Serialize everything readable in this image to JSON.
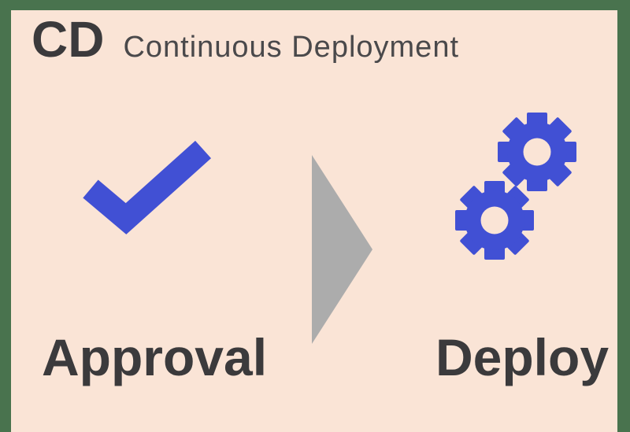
{
  "header": {
    "abbr": "CD",
    "subtitle": "Continuous Deployment"
  },
  "flow": {
    "steps": [
      {
        "id": "approval",
        "label": "Approval",
        "icon": "check-icon"
      },
      {
        "id": "deploy",
        "label": "Deploy",
        "icon": "gears-icon"
      }
    ],
    "connector": "triangle-right-icon"
  },
  "colors": {
    "frame": "#49734E",
    "canvas": "#FAE4D6",
    "accent": "#4150D4",
    "arrow": "#ACACAC",
    "ink": "#3B3A3C",
    "ink-light": "#4A494B"
  }
}
